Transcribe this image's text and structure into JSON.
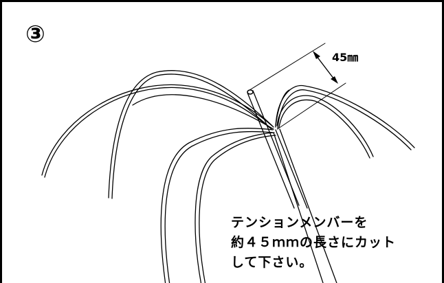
{
  "figure": {
    "step_number": "③",
    "dimension_label": "45㎜",
    "instruction_lines": [
      "テンションメンバーを",
      "約４５ｍｍの長さにカット",
      "して下さい。"
    ]
  }
}
